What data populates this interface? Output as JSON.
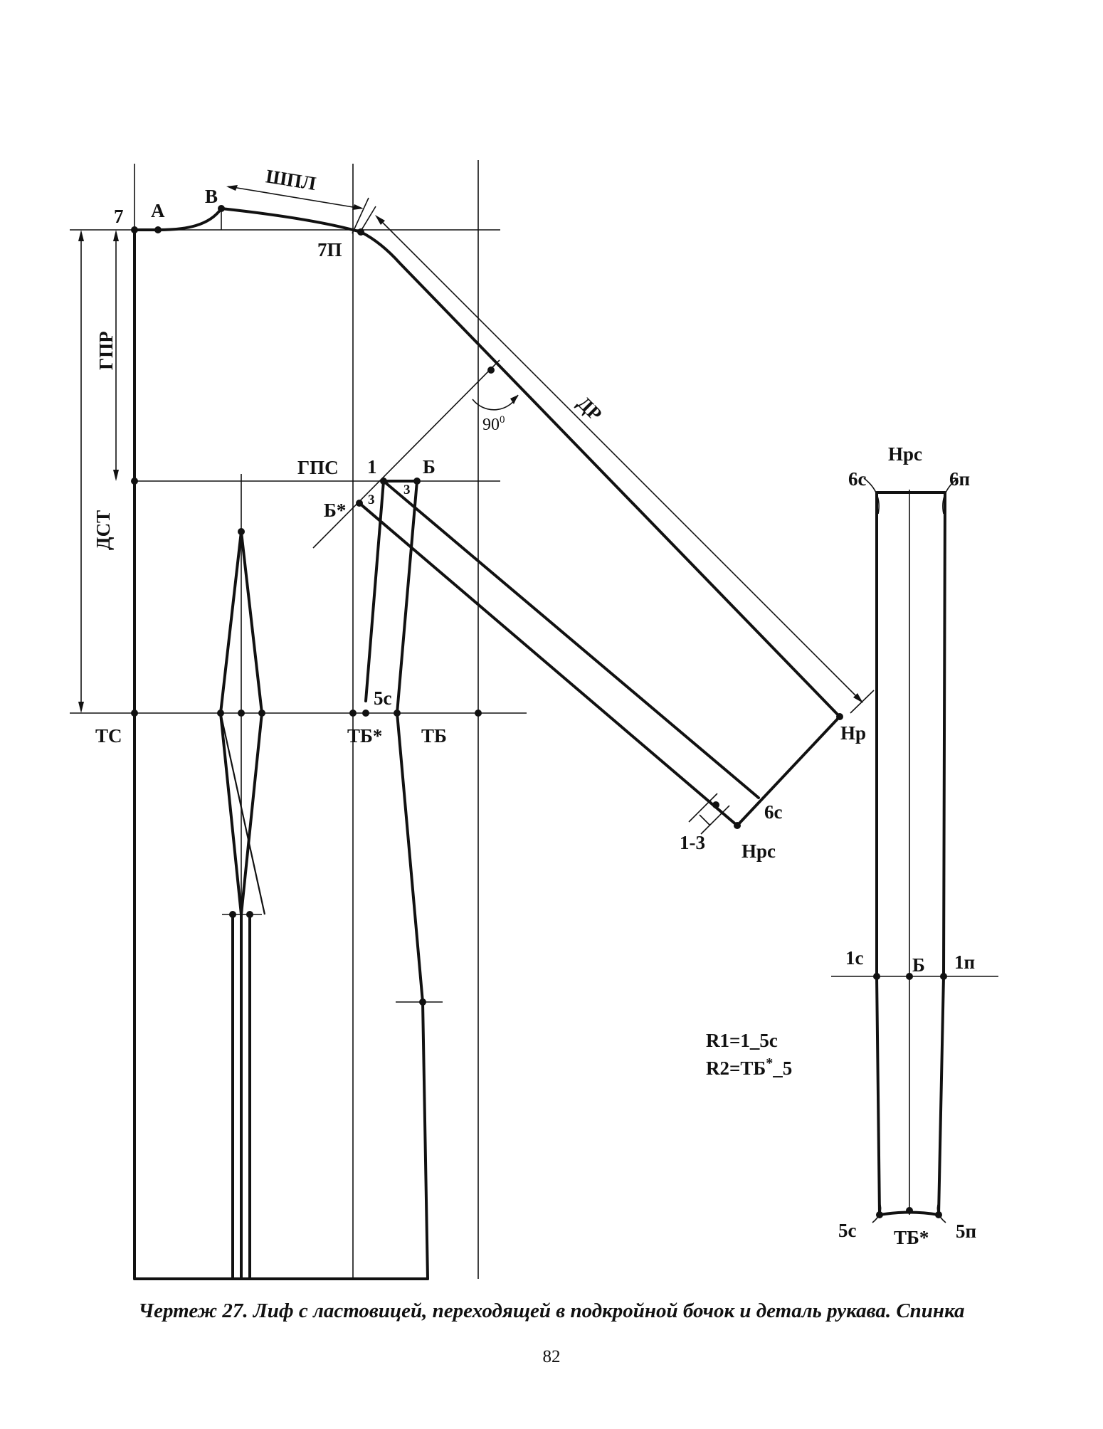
{
  "labels": {
    "p7": "7",
    "pA": "А",
    "pB": "В",
    "shpl": "ШПЛ",
    "p7P": "7П",
    "gpr": "ГПР",
    "dst": "ДСТ",
    "dr": "ДР",
    "angle": "90",
    "angle_sup": "0",
    "gps": "ГПС",
    "p1": "1",
    "pBb": "Б",
    "bstar": "Б*",
    "three_a": "3",
    "three_b": "3",
    "p5c": "5с",
    "tc": "ТС",
    "tbstar": "ТБ*",
    "tb": "ТБ",
    "hp": "Нр",
    "p6c_sleeve": "6с",
    "one_three": "1-3",
    "hpc_sleeve": "Нрс",
    "hpc_top": "Нрс",
    "p6c_top": "6с",
    "p6p_top": "6п",
    "p1c": "1с",
    "pB_strip": "Б",
    "p1p": "1п",
    "p5c_bottom": "5с",
    "tbstar_bottom": "ТБ*",
    "p5p_bottom": "5п"
  },
  "formulas": {
    "r1": "R1=1_5с",
    "r2_prefix": "R2=ТБ",
    "r2_star": "*",
    "r2_suffix": "_5"
  },
  "caption": "Чертеж 27. Лиф с ластовицей, переходящей в подкройной бочок и деталь рукава. Спинка",
  "page_number": "82"
}
